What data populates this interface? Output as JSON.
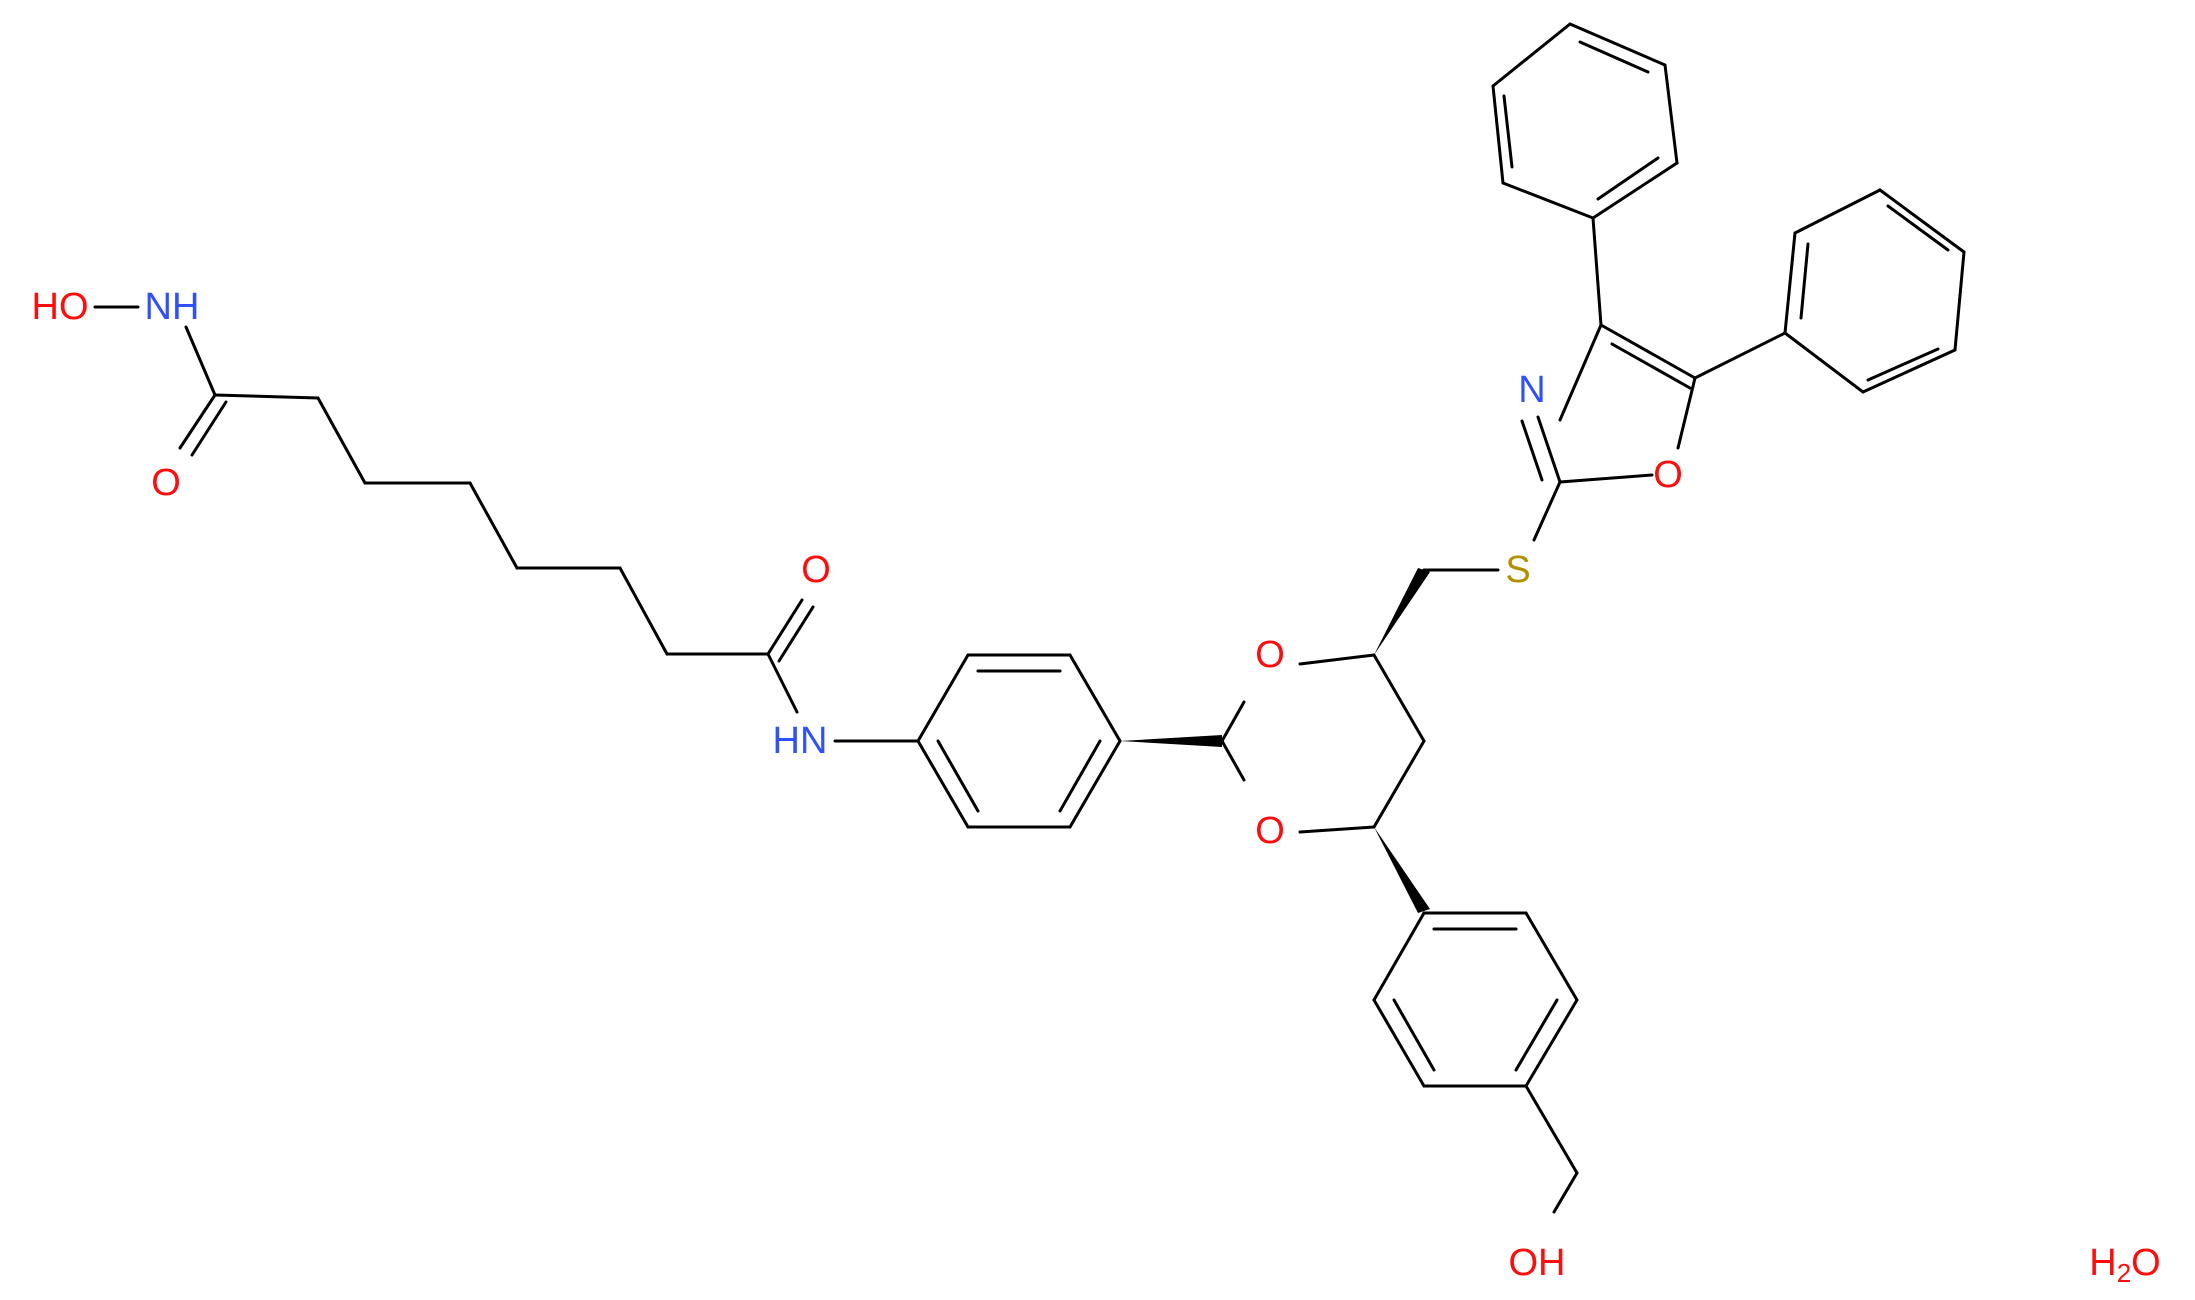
{
  "labels": {
    "ho": "HO",
    "nh_top": "NH",
    "o_hydroxamic": "O",
    "o_amide": "O",
    "hn": "HN",
    "o_ring_top": "O",
    "o_ring_bottom": "O",
    "s": "S",
    "n_oxazole": "N",
    "o_oxazole": "O",
    "oh": "OH",
    "water_h": "H",
    "water_sub": "2",
    "water_o": "O"
  },
  "colors": {
    "bond": "#000000",
    "oxygen": "#ff0d0d",
    "nitrogen": "#3050f8",
    "sulfur": "#b28f00"
  }
}
